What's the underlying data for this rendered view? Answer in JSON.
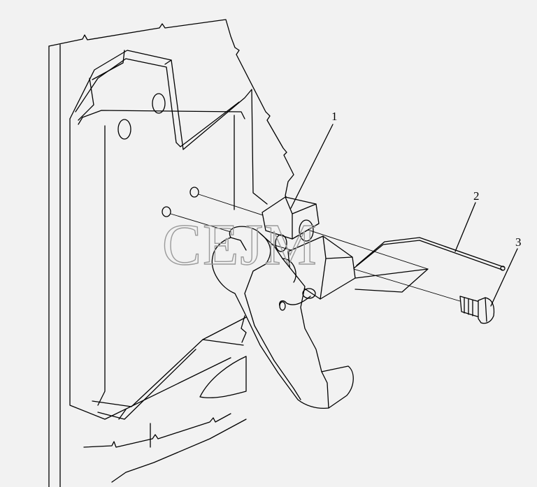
{
  "callouts": [
    {
      "id": "1",
      "label": "1"
    },
    {
      "id": "2",
      "label": "2"
    },
    {
      "id": "3",
      "label": "3"
    }
  ],
  "watermark": "CEJM",
  "colors": {
    "background": "#f2f2f2",
    "line": "#000000",
    "watermark": "#9a9a9a"
  }
}
